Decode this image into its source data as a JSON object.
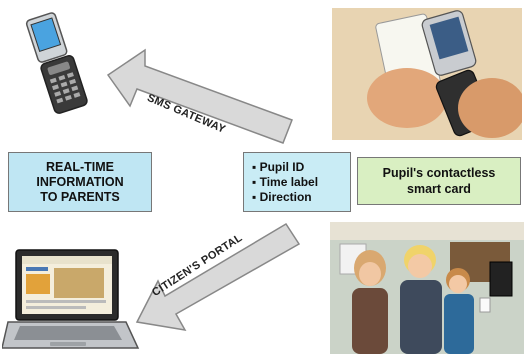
{
  "diagram": {
    "arrows": {
      "sms_gateway": "SMS GATEWAY",
      "citizens_portal": "CITIZEN'S PORTAL"
    },
    "info_box": {
      "lines": [
        "REAL-TIME",
        "INFORMATION",
        "TO PARENTS"
      ]
    },
    "data_box": {
      "items": [
        "Pupil ID",
        "Time label",
        "Direction"
      ]
    },
    "card_box": {
      "lines": [
        "Pupil's contactless",
        "smart card"
      ]
    },
    "colors": {
      "info_box_fill": "#bfe6f3",
      "data_box_fill": "#c9ecf5",
      "card_box_fill": "#d9efc2",
      "arrow_fill": "#d9d9d9",
      "arrow_stroke": "#888888"
    },
    "icons": [
      "flip-phone-icon",
      "laptop-icon"
    ]
  }
}
